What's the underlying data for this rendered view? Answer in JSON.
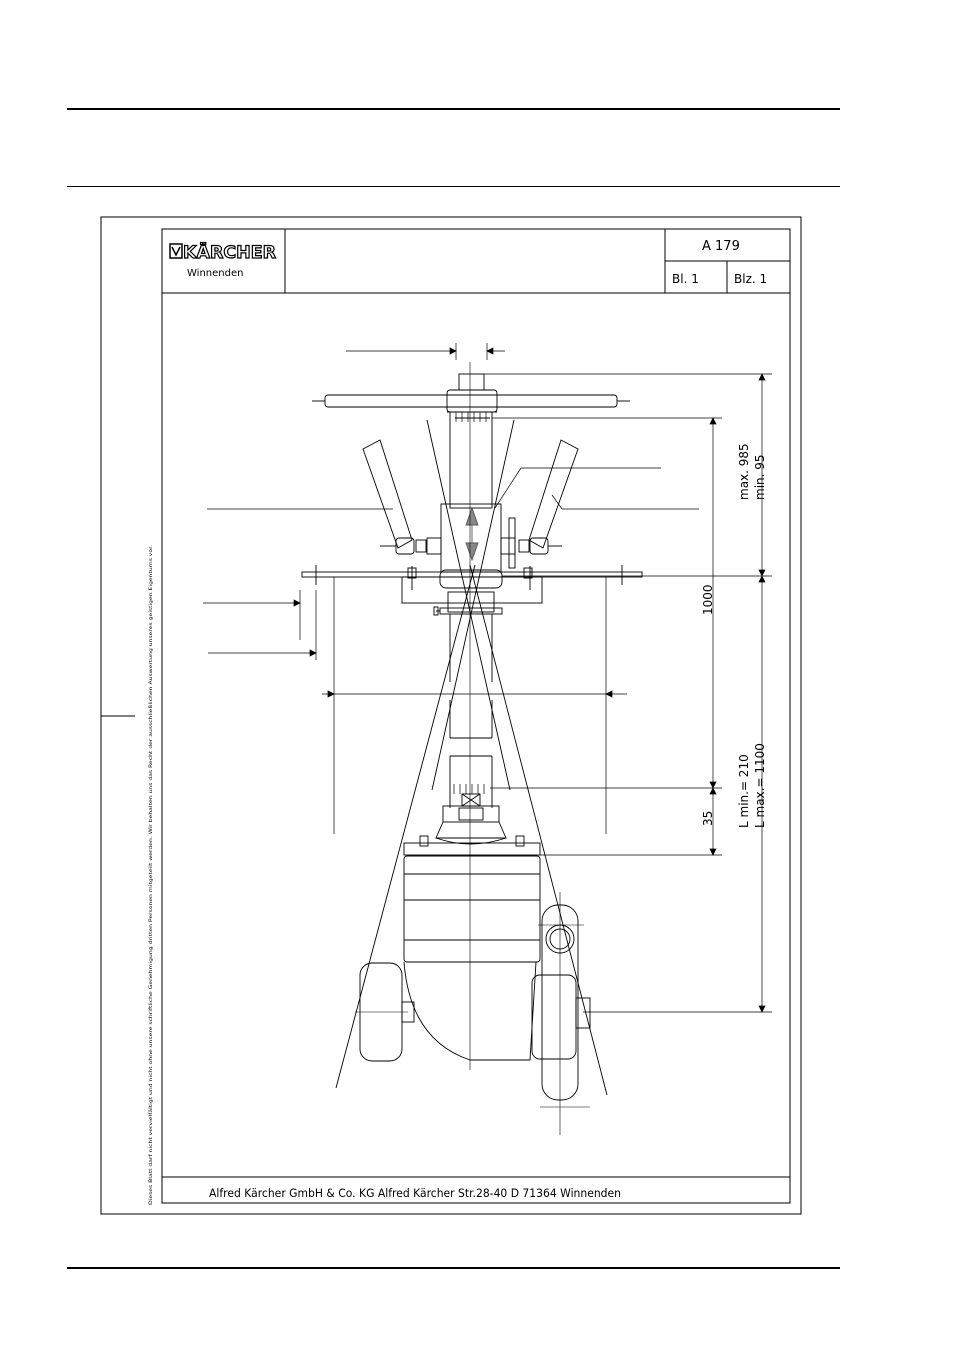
{
  "company": {
    "logo_text": "KÄRCHER",
    "location": "Winnenden",
    "footer": "Alfred Kärcher GmbH & Co. KG  Alfred Kärcher Str.28-40  D 71364 Winnenden"
  },
  "title_block": {
    "drawing_number": "A 179",
    "sheet": "Bl. 1",
    "sheet_count": "Blz. 1"
  },
  "dimensions": {
    "height_max": "max. 985",
    "height_min": "min. 95",
    "length": "1000",
    "offset": "35",
    "l_min": "L min.= 210",
    "l_max": "L max.= 1100"
  },
  "margin_notice": "Dieses Blatt darf nicht vervielfältigt und nicht ohne unsere schriftliche Genehmigung dritten Personen mitgeteilt werden. Wir behalten uns das Recht der ausschließlichen Auswertung unseres geistigen Eigentums vor."
}
